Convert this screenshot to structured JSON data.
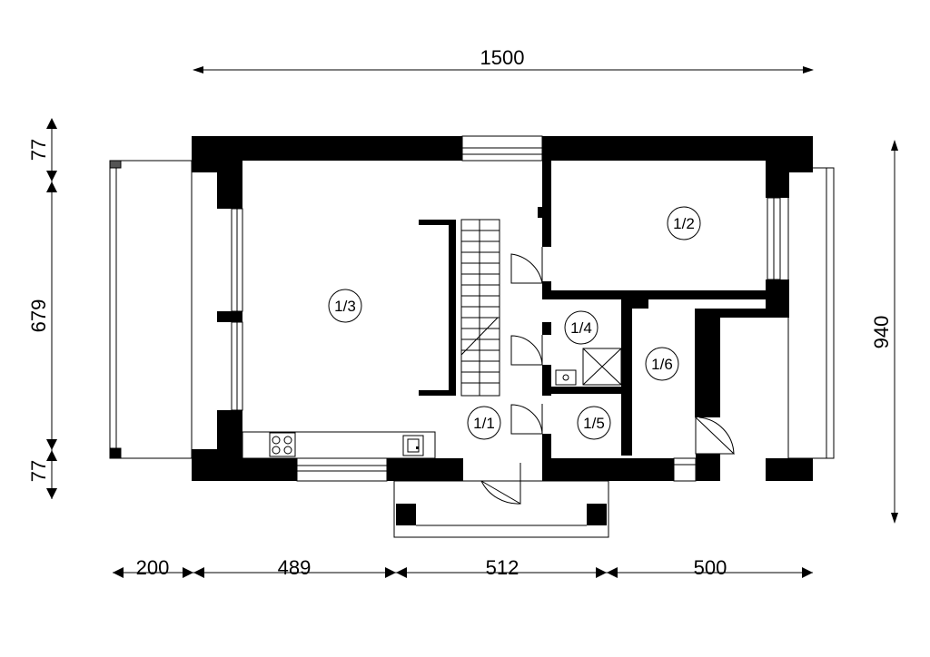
{
  "dimensions": {
    "overall_width": "1500",
    "overall_depth": "940",
    "left_top": "77",
    "left_middle": "679",
    "left_bottom": "77",
    "bottom_segments": [
      "200",
      "489",
      "512",
      "500"
    ]
  },
  "rooms": [
    "1/1",
    "1/2",
    "1/3",
    "1/4",
    "1/5",
    "1/6"
  ],
  "colors": {
    "wall": "#000000",
    "line": "#000000",
    "background": "#ffffff"
  }
}
